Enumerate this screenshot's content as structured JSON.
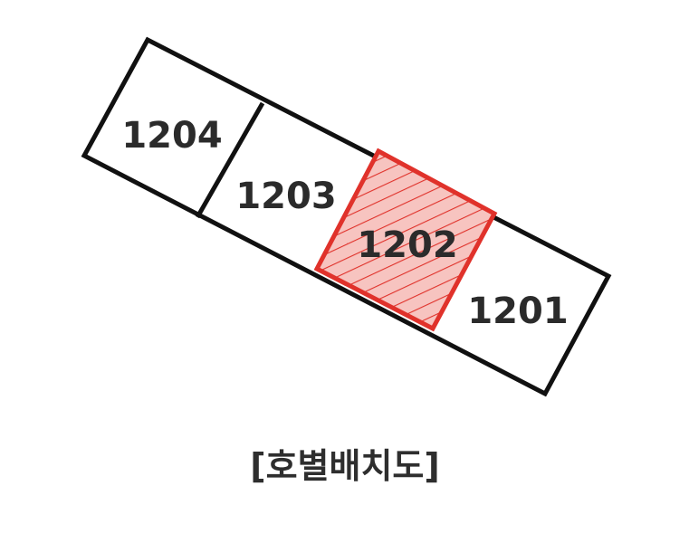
{
  "units": [
    {
      "id": "1204",
      "label": "1204",
      "highlighted": false
    },
    {
      "id": "1203",
      "label": "1203",
      "highlighted": false
    },
    {
      "id": "1202",
      "label": "1202",
      "highlighted": true
    },
    {
      "id": "1201",
      "label": "1201",
      "highlighted": false
    }
  ],
  "caption": "[호별배치도]",
  "colors": {
    "outline": "#111111",
    "highlight_stroke": "#e0322b",
    "highlight_fill": "#f7c4c0",
    "hatch": "#e0322b",
    "text": "#2b2b2b"
  }
}
